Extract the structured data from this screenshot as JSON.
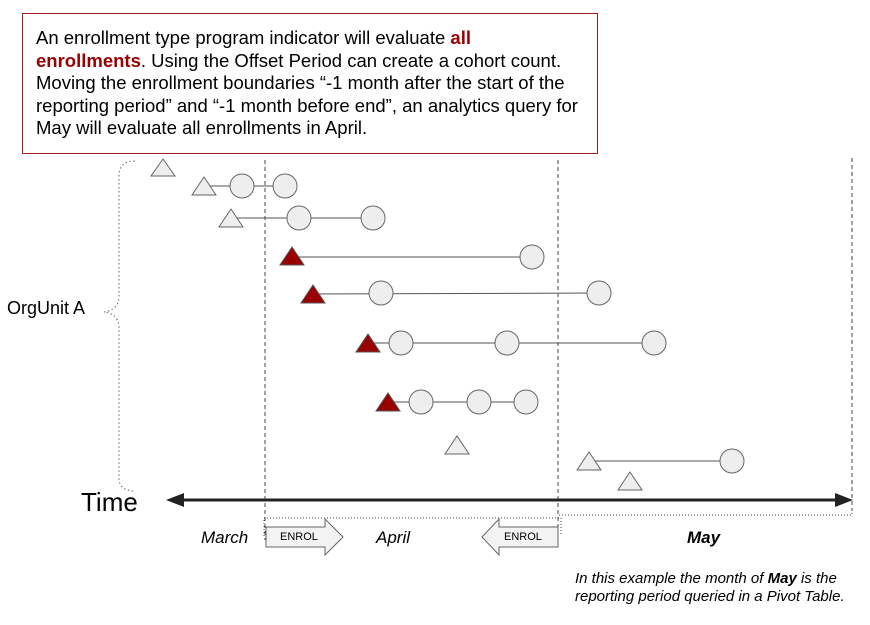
{
  "callout": {
    "text_before": "An enrollment type program indicator will evaluate ",
    "highlight": "all enrollments",
    "text_after": ". Using the Offset Period can create a cohort count. Moving the enrollment boundaries “-1 month after the start of the reporting period” and “-1 month before end”, an analytics query for May will evaluate all enrollments in April."
  },
  "labels": {
    "orgunit": "OrgUnit A",
    "time": "Time",
    "march": "March",
    "april": "April",
    "may": "May",
    "enrol_right": "ENROL",
    "enrol_left": "ENROL"
  },
  "note": {
    "before": "In this example the month of ",
    "bold": "May",
    "after": " is the reporting period queried in a Pivot Table."
  },
  "colors": {
    "highlight_text": "#990000",
    "callout_border": "#a61c1c",
    "enrolled_marker": "#990000",
    "not_enrolled_marker": "#eeeeee",
    "event_circle": "#eeeeee",
    "axis": "#222222"
  },
  "legend_icons": {
    "enrollment": "triangle-icon",
    "event": "circle-icon"
  },
  "timeline_rows": [
    {
      "enrolled": false,
      "events": []
    },
    {
      "enrolled": false,
      "events": [
        1,
        2
      ]
    },
    {
      "enrolled": false,
      "events": [
        1,
        2
      ]
    },
    {
      "enrolled": true,
      "events": [
        1
      ]
    },
    {
      "enrolled": true,
      "events": [
        1,
        2
      ]
    },
    {
      "enrolled": true,
      "events": [
        1,
        2,
        3
      ]
    },
    {
      "enrolled": true,
      "events": [
        1,
        2,
        3
      ]
    },
    {
      "enrolled": false,
      "events": []
    },
    {
      "enrolled": false,
      "events": [
        1
      ]
    },
    {
      "enrolled": false,
      "events": []
    }
  ]
}
